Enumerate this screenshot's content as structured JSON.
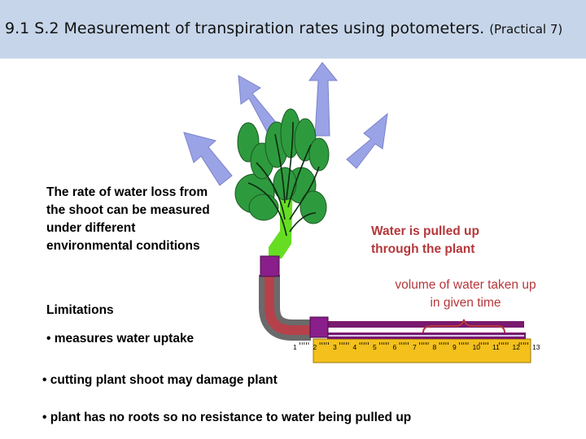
{
  "title": {
    "main": "9.1 S.2 Measurement of transpiration rates using potometers.",
    "practical": "(Practical 7)"
  },
  "labels": {
    "rate_text": [
      "The rate of water loss from",
      "the shoot can be measured",
      "under different",
      "environmental conditions"
    ],
    "pulled_text": [
      "Water is pulled up",
      "through the plant"
    ],
    "volume_text": [
      "volume of water taken up",
      "in given time"
    ],
    "limitations_heading": "Limitations",
    "limitations": [
      "• measures water uptake",
      "• cutting plant shoot may damage plant",
      "• plant has no roots so no resistance to water being pulled up"
    ]
  },
  "scale": {
    "numbers": [
      "1",
      "2",
      "3",
      "4",
      "5",
      "6",
      "7",
      "8",
      "9",
      "10",
      "11",
      "12",
      "13"
    ]
  },
  "colors": {
    "title_bar": "#c6d5e9",
    "arrow": "#9aa3e6",
    "leaf": "#2e9a3e",
    "stem": "#66dd22",
    "bung": "#8a1e8a",
    "tube_outer": "#6a6a6a",
    "water": "#b6414a",
    "capillary_bar": "#7a1a6e",
    "scale_bar": "#f3c01c",
    "annotation": "#b5373b"
  }
}
